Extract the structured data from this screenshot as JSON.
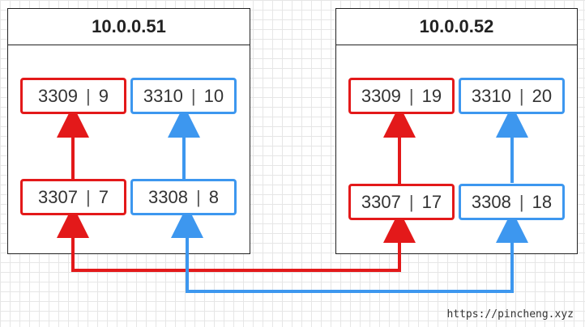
{
  "hosts": [
    {
      "title": "10.0.0.51"
    },
    {
      "title": "10.0.0.52"
    }
  ],
  "nodes": {
    "h1_top_red": {
      "port": "3309",
      "id": "9"
    },
    "h1_top_blue": {
      "port": "3310",
      "id": "10"
    },
    "h1_bot_red": {
      "port": "3307",
      "id": "7"
    },
    "h1_bot_blue": {
      "port": "3308",
      "id": "8"
    },
    "h2_top_red": {
      "port": "3309",
      "id": "19"
    },
    "h2_top_blue": {
      "port": "3310",
      "id": "20"
    },
    "h2_bot_red": {
      "port": "3307",
      "id": "17"
    },
    "h2_bot_blue": {
      "port": "3308",
      "id": "18"
    }
  },
  "colors": {
    "red": "#e3191a",
    "blue": "#3d97ef",
    "border": "#222222"
  },
  "watermark": "https://pincheng.xyz"
}
